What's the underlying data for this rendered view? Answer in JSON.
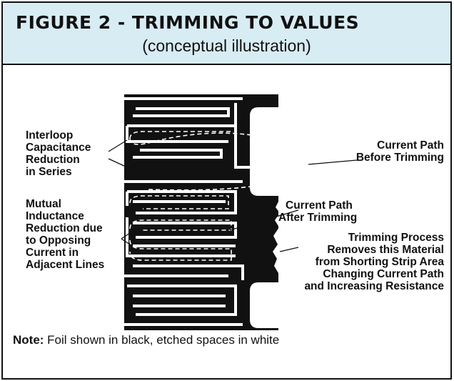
{
  "header": {
    "title": "FIGURE 2 - TRIMMING TO VALUES",
    "subtitle": "(conceptual illustration)"
  },
  "labels": {
    "interloop": [
      "Interloop",
      "Capacitance",
      "Reduction",
      "in Series"
    ],
    "mutual": [
      "Mutual",
      "Inductance",
      "Reduction due",
      "to Opposing",
      "Current in",
      "Adjacent Lines"
    ],
    "before": [
      "Current Path",
      "Before Trimming"
    ],
    "after": [
      "Current Path",
      "After Trimming"
    ],
    "trimming": [
      "Trimming Process",
      "Removes this Material",
      "from Shorting Strip Area",
      "Changing Current Path",
      "and Increasing Resistance"
    ]
  },
  "note": {
    "bold": "Note:",
    "text": " Foil shown in black, etched spaces in white"
  },
  "colors": {
    "header_bg": "#d8ecf4",
    "foil": "#111111",
    "etched": "#ffffff"
  }
}
